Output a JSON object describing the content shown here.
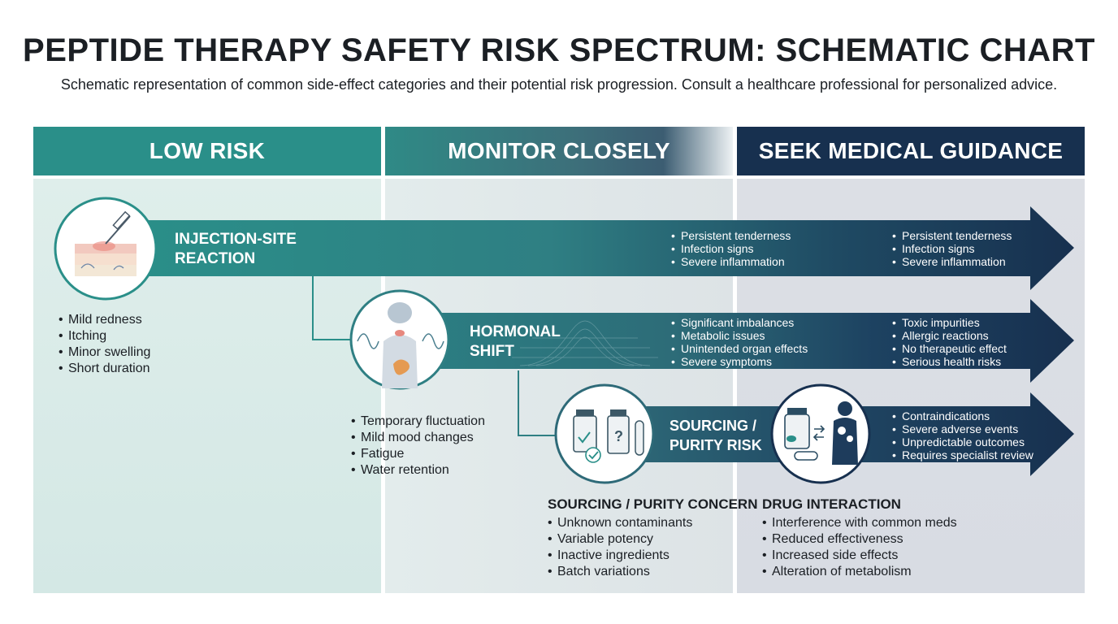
{
  "title": "PEPTIDE THERAPY SAFETY RISK SPECTRUM: SCHEMATIC CHART",
  "subtitle": "Schematic representation of common side-effect categories and their potential risk progression. Consult a healthcare professional for personalized advice.",
  "columns": [
    {
      "label": "LOW RISK"
    },
    {
      "label": "MONITOR CLOSELY"
    },
    {
      "label": "SEEK MEDICAL GUIDANCE"
    }
  ],
  "rows": {
    "injection": {
      "label_1": "INJECTION-SITE",
      "label_2": "REACTION",
      "icon": "syringe-skin-icon",
      "mid_bullets": [
        "Persistent tenderness",
        "Infection signs",
        "Severe inflammation"
      ],
      "high_bullets": [
        "Persistent tenderness",
        "Infection signs",
        "Severe inflammation"
      ],
      "low_bullets": [
        "Mild redness",
        "Itching",
        "Minor swelling",
        "Short duration"
      ]
    },
    "hormonal": {
      "label_1": "HORMONAL",
      "label_2": "SHIFT",
      "icon": "body-hormone-icon",
      "mid_bullets": [
        "Significant imbalances",
        "Metabolic issues",
        "Unintended organ effects",
        "Severe symptoms"
      ],
      "high_bullets": [
        "Toxic impurities",
        "Allergic reactions",
        "No therapeutic effect",
        "Serious health risks"
      ],
      "low_bullets": [
        "Temporary fluctuation",
        "Mild mood changes",
        "Fatigue",
        "Water retention"
      ]
    },
    "sourcing": {
      "label_1": "SOURCING /",
      "label_2": "PURITY RISK",
      "icon": "vials-icon",
      "high_bullets": [
        "Contraindications",
        "Severe adverse events",
        "Unpredictable outcomes",
        "Requires specialist review"
      ],
      "concern_title": "SOURCING / PURITY CONCERN",
      "concern_bullets": [
        "Unknown contaminants",
        "Variable potency",
        "Inactive ingredients",
        "Batch variations"
      ]
    },
    "interaction": {
      "icon": "drug-interaction-icon",
      "title": "DRUG INTERACTION",
      "bullets": [
        "Interference with common meds",
        "Reduced effectiveness",
        "Increased side effects",
        "Alteration of metabolism"
      ]
    }
  },
  "colors": {
    "teal": "#2a8f89",
    "navy": "#17304f",
    "low_bg": "#d9ebe8",
    "high_bg": "#d9dde4"
  }
}
